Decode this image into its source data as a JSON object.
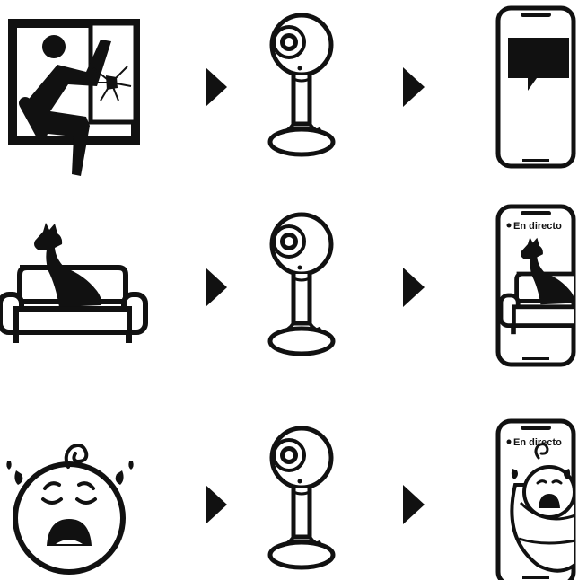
{
  "rows": [
    {
      "scenario": "intruder-breaking-window",
      "device": "security-camera",
      "result": "notification-message"
    },
    {
      "scenario": "dog-on-sofa",
      "device": "security-camera",
      "result": "live-view-dog",
      "live_label": "En directo"
    },
    {
      "scenario": "crying-baby",
      "device": "security-camera",
      "result": "live-view-baby",
      "live_label": "En directo"
    }
  ],
  "colors": {
    "ink": "#111111",
    "background": "#ffffff"
  }
}
